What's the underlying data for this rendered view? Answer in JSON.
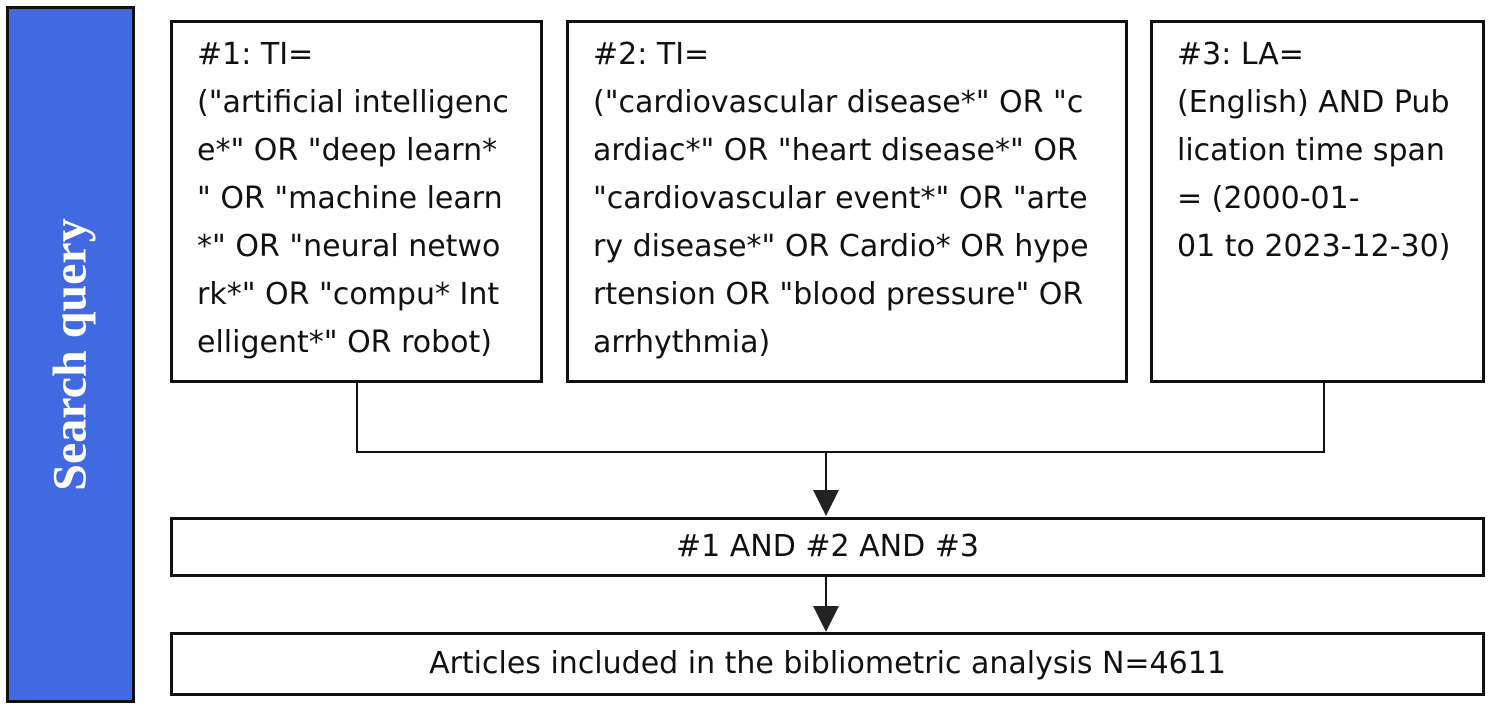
{
  "side_panel": {
    "label": "Search query",
    "color": "#4169E1"
  },
  "queries": [
    {
      "lines": [
        "#1: TI=",
        "(\"artificial intelligenc",
        "e*\" OR \"deep learn*",
        "\" OR \"machine learn",
        "*\" OR \"neural netwo",
        "rk*\" OR \"compu* Int",
        "elligent*\" OR robot)"
      ]
    },
    {
      "lines": [
        "#2: TI=",
        "(\"cardiovascular disease*\" OR \"c",
        "ardiac*\" OR \"heart disease*\" OR",
        "\"cardiovascular event*\" OR \"arte",
        "ry disease*\" OR Cardio* OR hype",
        "rtension OR \"blood pressure\" OR",
        "arrhythmia)"
      ]
    },
    {
      "lines": [
        "#3: LA=",
        "(English) AND Pub",
        "lication time span",
        "= (2000-01-",
        "01 to 2023-12-30)"
      ]
    }
  ],
  "combine_box": {
    "label": "#1 AND #2 AND #3"
  },
  "result_box": {
    "label": "Articles included in the bibliometric analysis N=4611"
  }
}
